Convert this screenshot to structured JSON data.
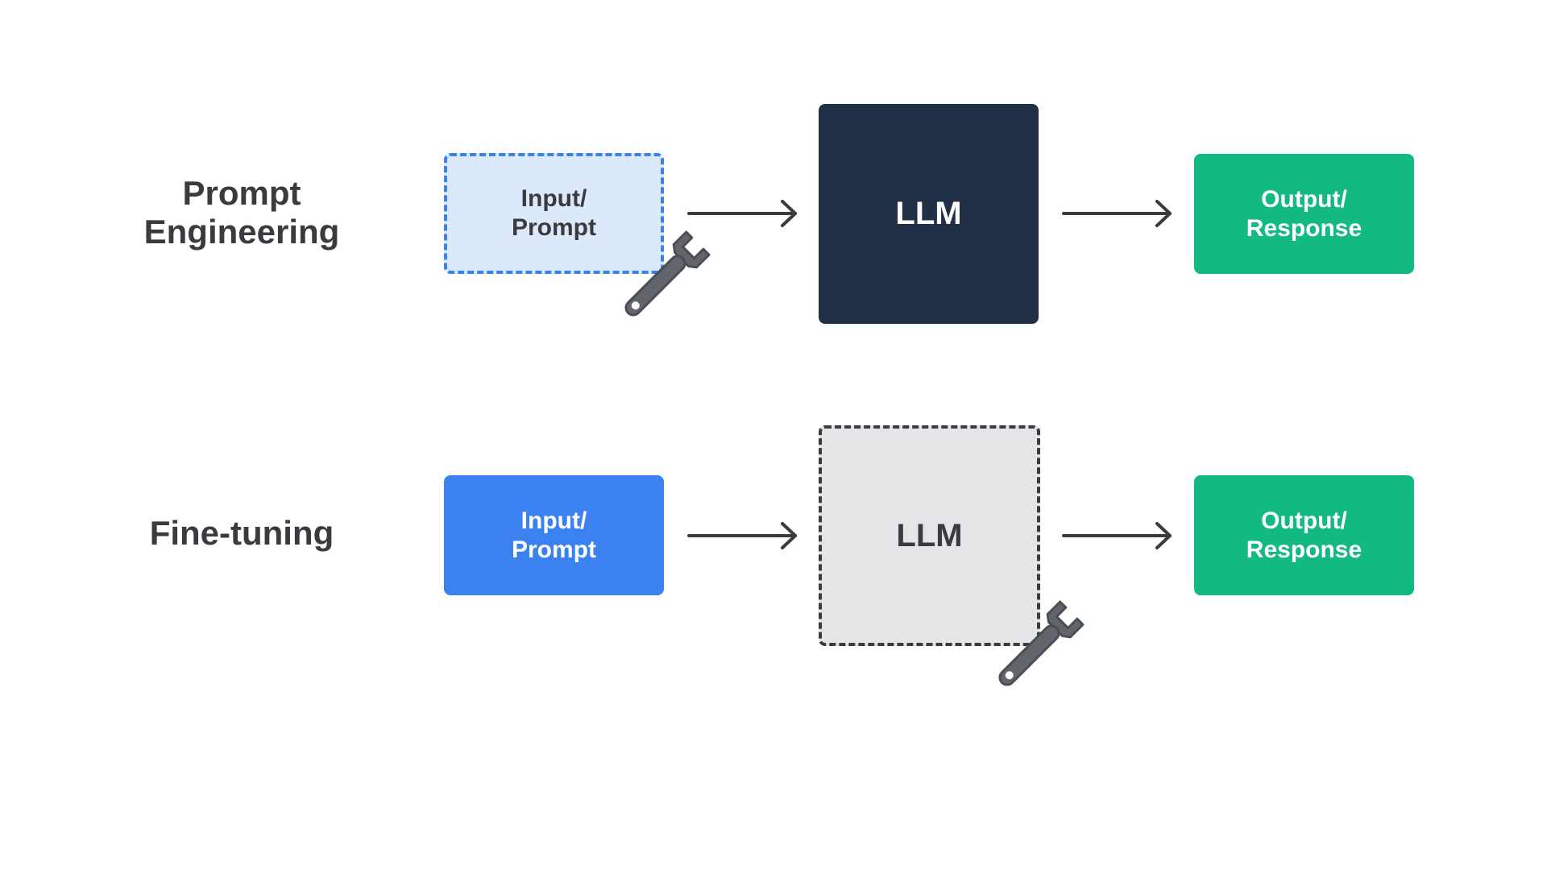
{
  "rows": {
    "prompt_engineering": {
      "label_line1": "Prompt",
      "label_line2": "Engineering",
      "input_line1": "Input/",
      "input_line2": "Prompt",
      "llm": "LLM",
      "output_line1": "Output/",
      "output_line2": "Response"
    },
    "fine_tuning": {
      "label": "Fine-tuning",
      "input_line1": "Input/",
      "input_line2": "Prompt",
      "llm": "LLM",
      "output_line1": "Output/",
      "output_line2": "Response"
    }
  },
  "icons": {
    "tool": "wrench-icon",
    "flow": "arrow-right-icon"
  },
  "colors": {
    "input_highlight_bg": "#dce9fb",
    "input_highlight_border": "#3b82e8",
    "input_blue": "#3b82f0",
    "llm_dark": "#212f47",
    "llm_light": "#e5e5e8",
    "output_green": "#12b981",
    "text_dark": "#3a3a3f",
    "wrench": "#62656c"
  }
}
